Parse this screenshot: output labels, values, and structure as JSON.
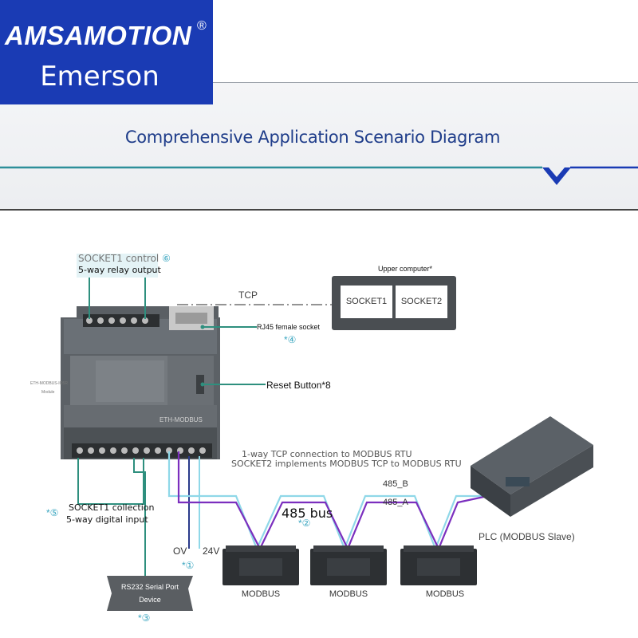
{
  "brand": {
    "name": "AMSAMOTION",
    "registered": "®",
    "sub": "Emerson",
    "color": "#1a3bb4"
  },
  "title": "Comprehensive Application Scenario Diagram",
  "labels": {
    "socket1_control": "SOCKET1 control",
    "socket1_control_num": "⑥",
    "relay_output": "5-way relay output",
    "upper_computer": "Upper computer*",
    "socket1": "SOCKET1",
    "socket2": "SOCKET2",
    "tcp": "TCP",
    "rj45": "RJ45 female socket",
    "rj45_num": "*④",
    "reset": "Reset Button*8",
    "module_small_1": "ETH-MODBUS-IO5R",
    "module_small_2": "Module",
    "module_face": "ETH-MODBUS",
    "tcp_conn_1": "1-way TCP connection to MODBUS RTU",
    "tcp_conn_2": "SOCKET2 implements MODBUS TCP to MODBUS RTU",
    "bus_485": "485 bus",
    "bus_485_num": "*②",
    "b485": "485_B",
    "a485": "485_A",
    "socket1_collection_num": "*⑤",
    "socket1_collection": "SOCKET1 collection",
    "digital_input": "5-way digital input",
    "ov": "OV",
    "v24": "24V",
    "power_num": "*①",
    "rs232_1": "RS232 Serial Port",
    "rs232_2": "Device",
    "rs232_num": "*③",
    "plc": "PLC (MODBUS Slave)",
    "modbus_1": "MODBUS",
    "modbus_2": "MODBUS",
    "modbus_3": "MODBUS"
  },
  "colors": {
    "title": "#1f3d8a",
    "bus_a": "#7b2fbe",
    "bus_b": "#8fd8e8",
    "teal": "#2e9e8a",
    "cyan_num": "#3aa6c0"
  }
}
